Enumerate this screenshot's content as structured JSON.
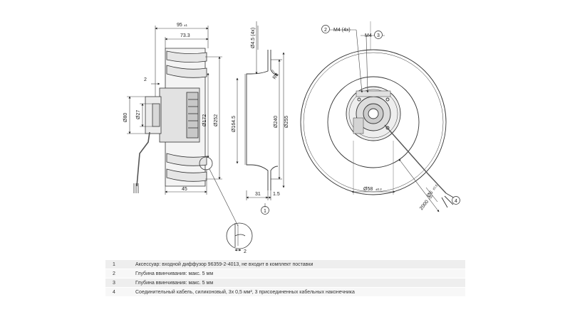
{
  "dimensions": {
    "d95": "95",
    "d95sub": "±1",
    "d73": "73.3",
    "d2top": "2",
    "d80": "Ø80",
    "d27": "Ø27",
    "d172": "Ø172",
    "d252": "Ø252",
    "d45": "45",
    "d1645": "Ø164.5",
    "d240": "Ø240",
    "d255": "Ø255",
    "d45x4": "Ø4.5 (4x)",
    "r8": "R8",
    "d31": "31",
    "d15": "1.5",
    "m4x4": "M4 (4x)",
    "m4": "M4",
    "d58": "Ø58",
    "d58sub": "±0.2",
    "d6": "Ø6",
    "d6sub": "±0.5",
    "len2000": "2000",
    "len2000sub": "+50",
    "detail2": "2"
  },
  "callouts": {
    "c1": "1",
    "c2": "2",
    "c3": "3",
    "c4": "4"
  },
  "notes": [
    {
      "num": "1",
      "text": "Аксессуар: входной диффузор 96359-2-4013, не входит в комплект поставки"
    },
    {
      "num": "2",
      "text": "Глубина ввинчивания: макс. 5 мм"
    },
    {
      "num": "3",
      "text": "Глубина ввинчивания: макс. 5 мм"
    },
    {
      "num": "4",
      "text": "Соединительный кабель, силиконовый, 3x 0,5 мм², 3 присоединенных кабельных наконечника"
    }
  ]
}
